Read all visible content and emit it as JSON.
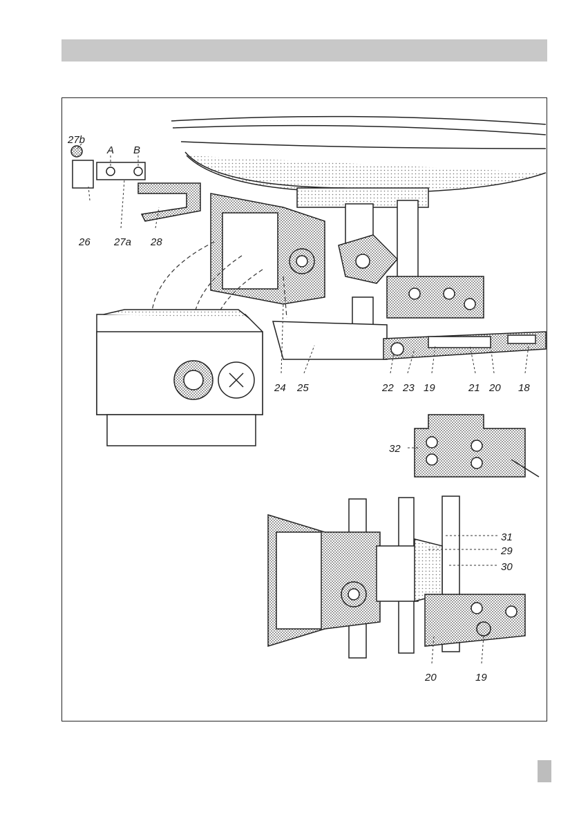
{
  "figure": {
    "callouts": {
      "c27b": "27b",
      "cA": "A",
      "cB": "B",
      "c26": "26",
      "c27a": "27a",
      "c28": "28",
      "c24": "24",
      "c25": "25",
      "c22": "22",
      "c23": "23",
      "c19a": "19",
      "c21": "21",
      "c20a": "20",
      "c18": "18",
      "c32": "32",
      "c31": "31",
      "c29": "29",
      "c30": "30",
      "c20b": "20",
      "c19b": "19"
    }
  }
}
